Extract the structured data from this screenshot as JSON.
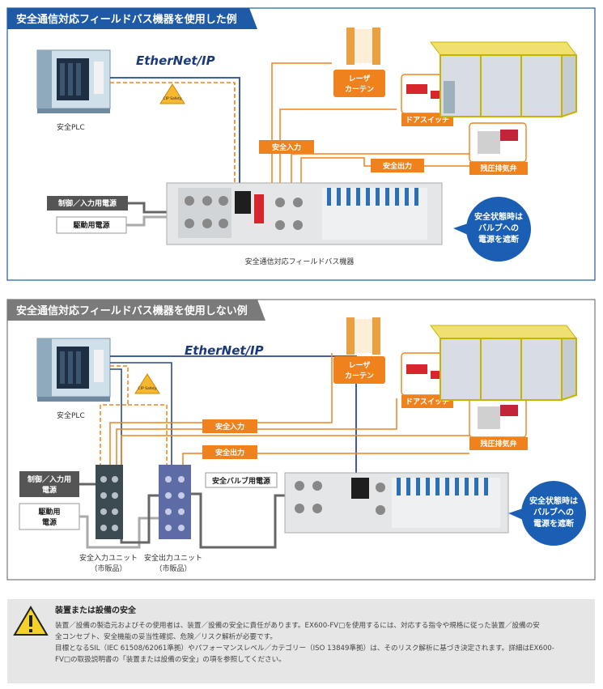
{
  "panel1": {
    "title": "安全通信対応フィールドバス機器を使用した例",
    "ethernet_label": "EtherNet/IP",
    "cip_label": "CIP Safety",
    "plc_label": "安全PLC",
    "power_control": "制御／入力用電源",
    "power_drive": "駆動用電源",
    "safe_input": "安全入力",
    "safe_output": "安全出力",
    "laser": [
      "レーザ",
      "カーテン"
    ],
    "door_switch": "ドアスイッチ",
    "exhaust_valve": "残圧排気弁",
    "device_caption": "安全通信対応フィールドバス機器",
    "bubble": [
      "安全状態時は",
      "バルブへの",
      "電源を遮断"
    ]
  },
  "panel2": {
    "title": "安全通信対応フィールドバス機器を使用しない例",
    "ethernet_label": "EtherNet/IP",
    "cip_label": "CIP Safety",
    "plc_label": "安全PLC",
    "power_control": [
      "制御／入力用",
      "電源"
    ],
    "power_drive": [
      "駆動用",
      "電源"
    ],
    "safe_input": "安全入力",
    "safe_output": "安全出力",
    "safe_valve_power": "安全バルブ用電源",
    "laser": [
      "レーザ",
      "カーテン"
    ],
    "door_switch": "ドアスイッチ",
    "exhaust_valve": "残圧排気弁",
    "input_unit": [
      "安全入力ユニット",
      "（市販品）"
    ],
    "output_unit": [
      "安全出力ユニット",
      "（市販品）"
    ],
    "bubble": [
      "安全状態時は",
      "バルブへの",
      "電源を遮断"
    ]
  },
  "warning": {
    "title": "装置または設備の安全",
    "lines": [
      "装置／設備の製造元およびその使用者は、装置／設備の安全に責任があります。EX600-FV□を使用するには、対応する指令や規格に従った装置／設備の安",
      "全コンセプト、安全機能の妥当性確認、危険／リスク解析が必要です。",
      "目標となるSIL（IEC 61508/62061準拠）やパフォーマンスレベル／カテゴリー（ISO 13849準拠）は、そのリスク解析に基づき決定されます。詳細はEX600-",
      "FV□の取扱説明書の「装置または設備の安全」の項を参照してください。"
    ]
  },
  "colors": {
    "panel1_header": "#1f5aa6",
    "panel2_header": "#7a7a7a",
    "orange": "#f0821e",
    "navy": "#2a4a8a",
    "bubble": "#1a5fb4"
  }
}
